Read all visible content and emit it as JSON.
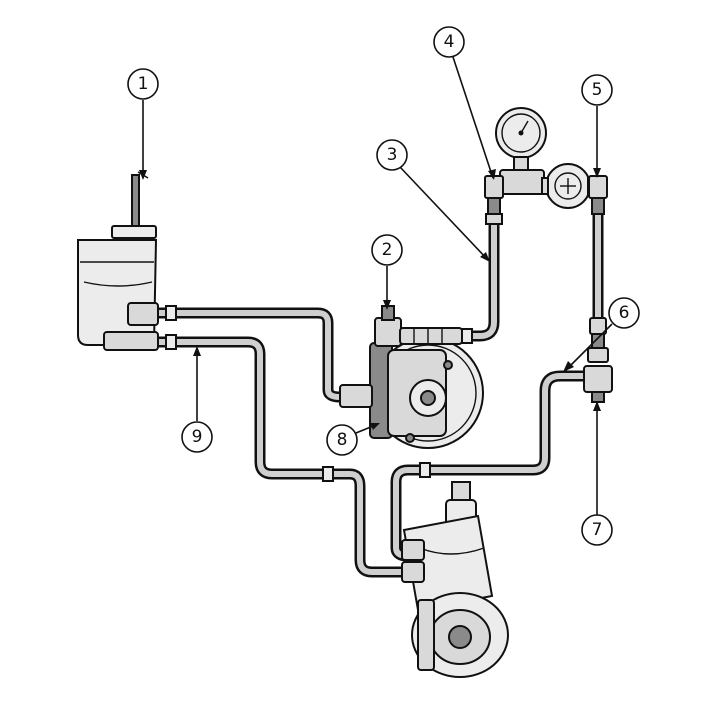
{
  "callouts": [
    {
      "label": "1",
      "part": "reservoir"
    },
    {
      "label": "2",
      "part": "pressure-port"
    },
    {
      "label": "3",
      "part": "pressure-hose"
    },
    {
      "label": "4",
      "part": "gauge-inlet-fitting"
    },
    {
      "label": "5",
      "part": "gauge-outlet-fitting"
    },
    {
      "label": "6",
      "part": "adapter-hose"
    },
    {
      "label": "7",
      "part": "gear-inlet-fitting"
    },
    {
      "label": "8",
      "part": "power-steering-pump"
    },
    {
      "label": "9",
      "part": "return-hose"
    }
  ],
  "colors": {
    "line": "#111111",
    "fill": "#d9d9d9",
    "background": "#ffffff"
  }
}
